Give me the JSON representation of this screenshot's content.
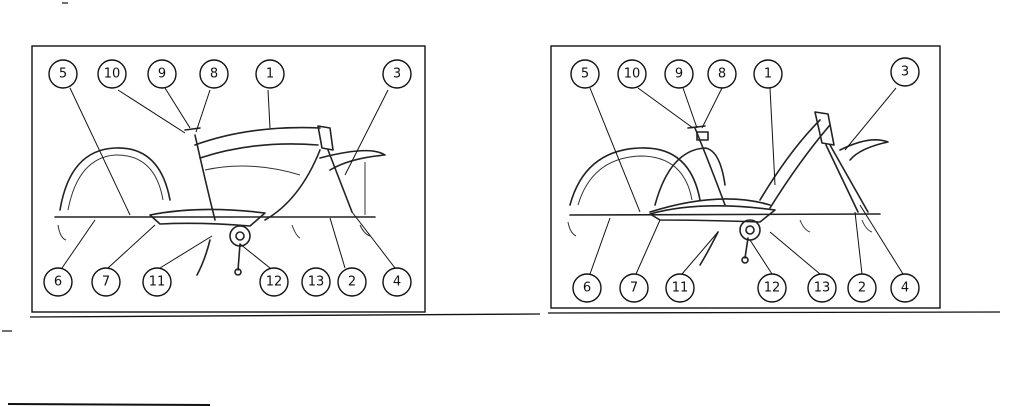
{
  "diagrams": [
    {
      "name": "left-bicycle-frame",
      "callouts": [
        "5",
        "10",
        "9",
        "8",
        "1",
        "3",
        "6",
        "7",
        "11",
        "12",
        "13",
        "2",
        "4"
      ]
    },
    {
      "name": "right-bicycle-frame",
      "callouts": [
        "5",
        "10",
        "9",
        "8",
        "1",
        "3",
        "6",
        "7",
        "11",
        "12",
        "13",
        "2",
        "4"
      ]
    }
  ]
}
